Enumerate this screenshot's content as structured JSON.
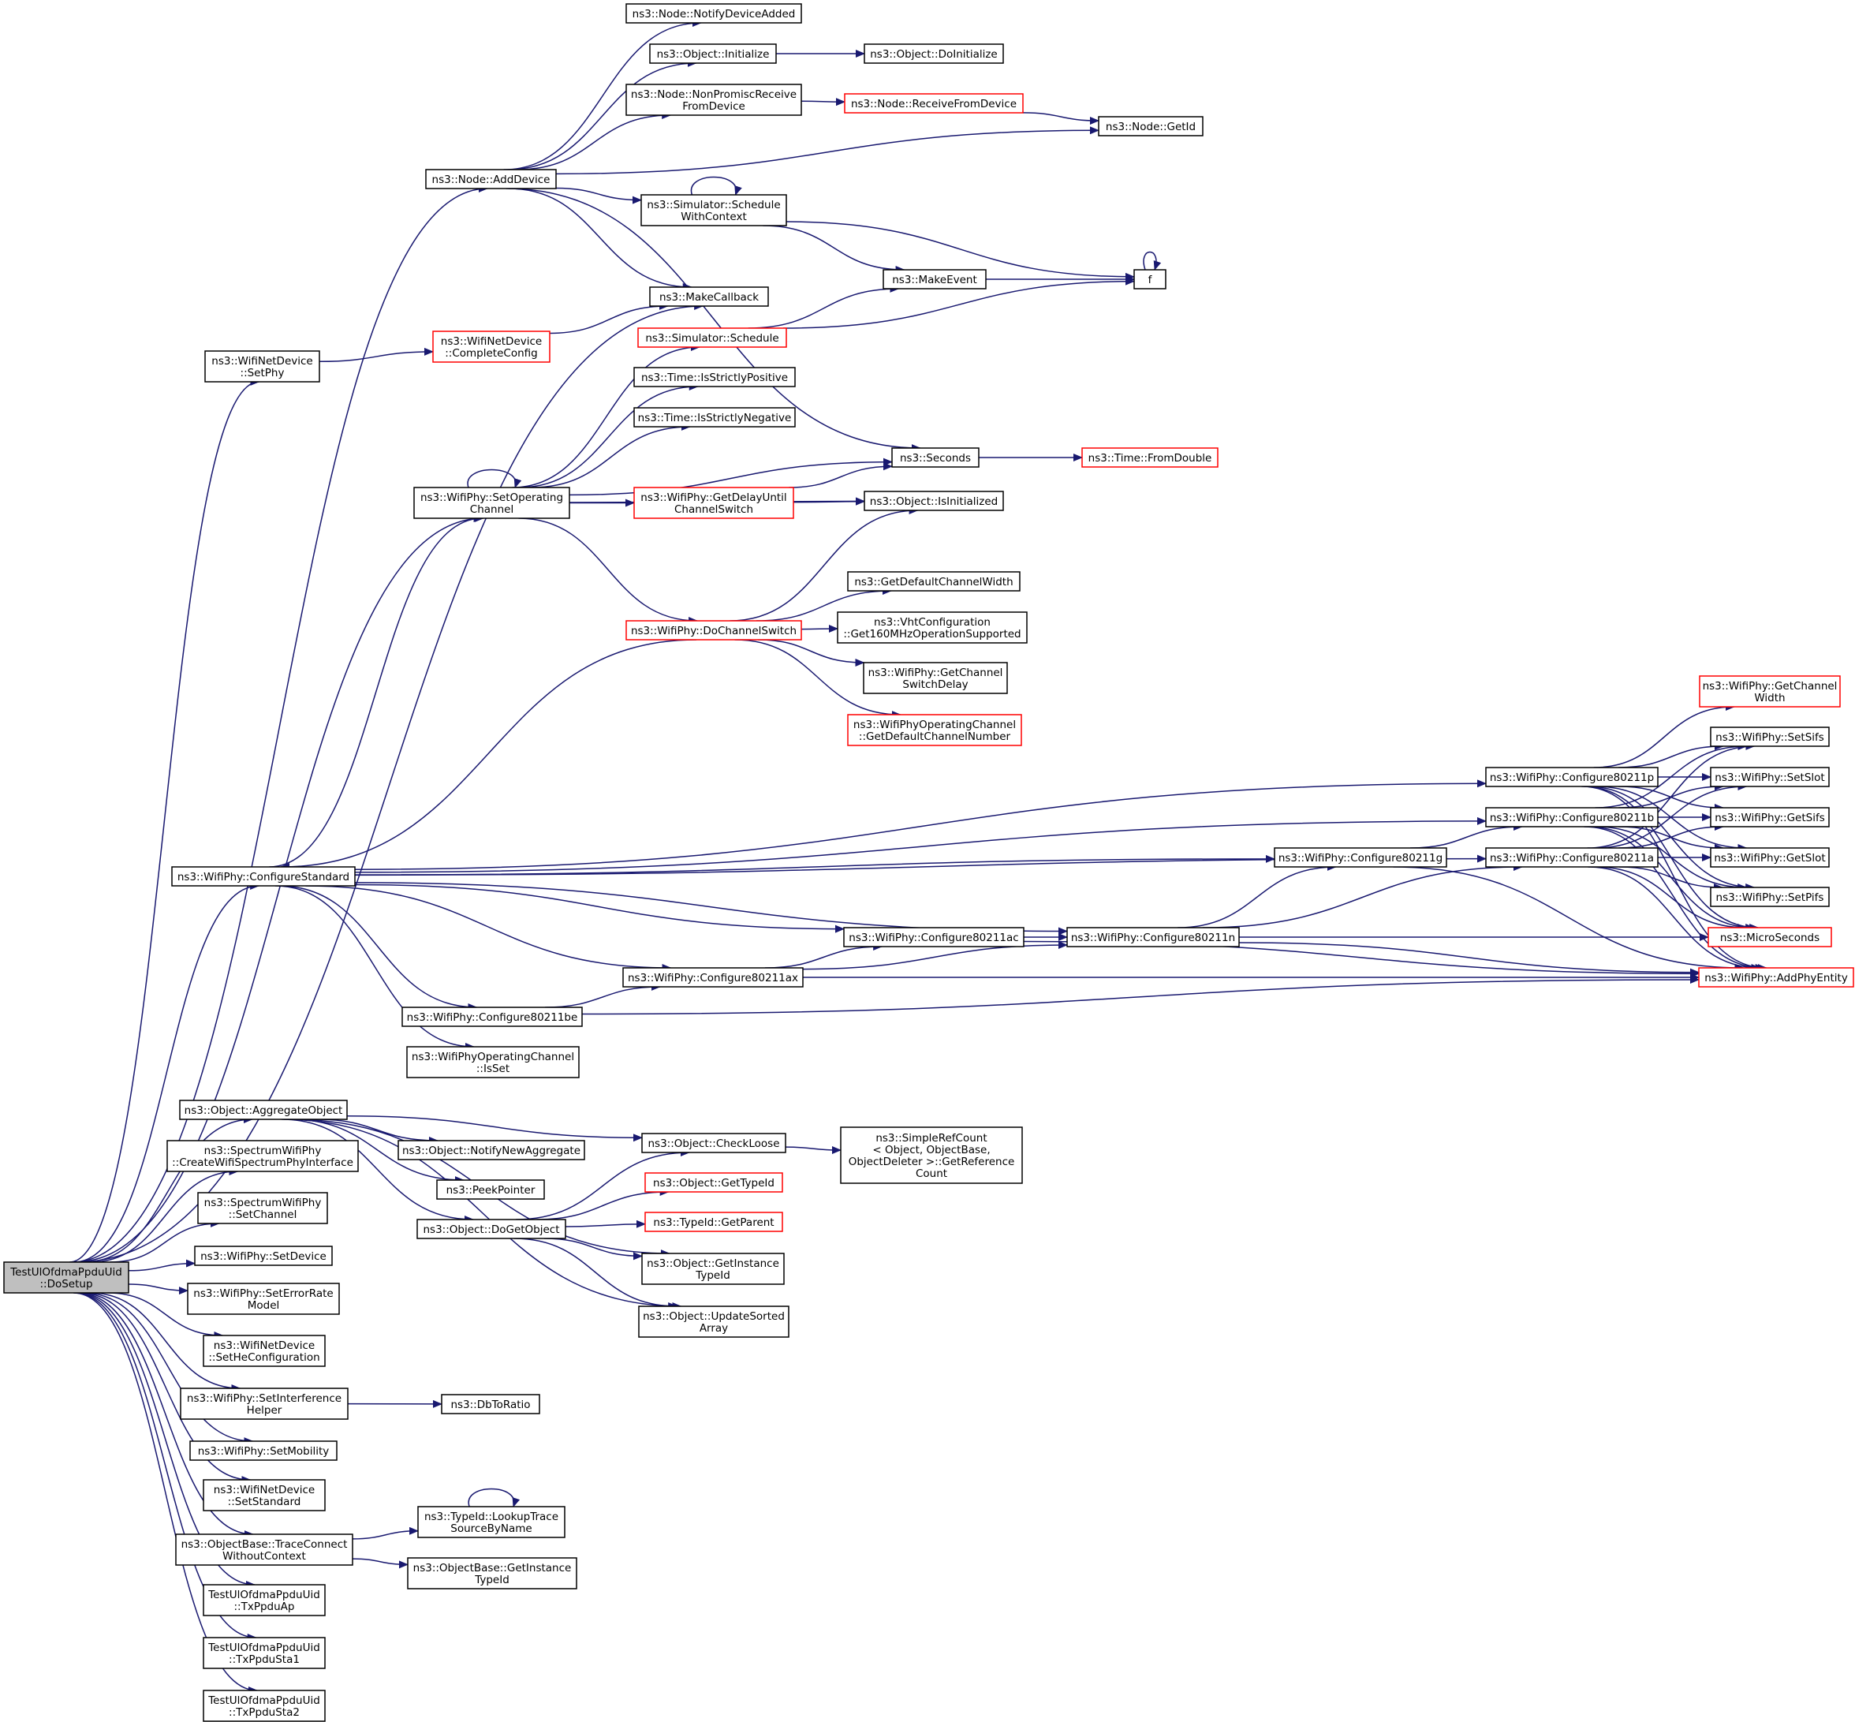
{
  "diagram": {
    "type": "call-graph",
    "edge_color": "#191970",
    "node_border_default": "#000000",
    "node_border_incomplete": "#ff0000",
    "root_fill": "#bfbfbf",
    "nodes": [
      {
        "id": "root",
        "lines": [
          "TestUlOfdmaPpduUid",
          "::DoSetup"
        ],
        "style": "root"
      },
      {
        "id": "addDevice",
        "lines": [
          "ns3::Node::AddDevice"
        ]
      },
      {
        "id": "notifyDeviceAdded",
        "lines": [
          "ns3::Node::NotifyDeviceAdded"
        ]
      },
      {
        "id": "objInitialize",
        "lines": [
          "ns3::Object::Initialize"
        ]
      },
      {
        "id": "doInitialize",
        "lines": [
          "ns3::Object::DoInitialize"
        ]
      },
      {
        "id": "nonPromisc",
        "lines": [
          "ns3::Node::NonPromiscReceive",
          "FromDevice"
        ]
      },
      {
        "id": "receiveFromDevice",
        "lines": [
          "ns3::Node::ReceiveFromDevice"
        ],
        "style": "red"
      },
      {
        "id": "nodeGetId",
        "lines": [
          "ns3::Node::GetId"
        ]
      },
      {
        "id": "scheduleWithContext",
        "lines": [
          "ns3::Simulator::Schedule",
          "WithContext"
        ]
      },
      {
        "id": "makeEvent",
        "lines": [
          "ns3::MakeEvent"
        ]
      },
      {
        "id": "f",
        "lines": [
          "f"
        ]
      },
      {
        "id": "makeCallback",
        "lines": [
          "ns3::MakeCallback"
        ]
      },
      {
        "id": "setPhyDev",
        "lines": [
          "ns3::WifiNetDevice",
          "::SetPhy"
        ]
      },
      {
        "id": "completeConfig",
        "lines": [
          "ns3::WifiNetDevice",
          "::CompleteConfig"
        ],
        "style": "red"
      },
      {
        "id": "simSchedule",
        "lines": [
          "ns3::Simulator::Schedule"
        ],
        "style": "red"
      },
      {
        "id": "isStrictlyPositive",
        "lines": [
          "ns3::Time::IsStrictlyPositive"
        ]
      },
      {
        "id": "isStrictlyNegative",
        "lines": [
          "ns3::Time::IsStrictlyNegative"
        ]
      },
      {
        "id": "seconds",
        "lines": [
          "ns3::Seconds"
        ]
      },
      {
        "id": "fromDouble",
        "lines": [
          "ns3::Time::FromDouble"
        ],
        "style": "red"
      },
      {
        "id": "setOperatingChannel",
        "lines": [
          "ns3::WifiPhy::SetOperating",
          "Channel"
        ]
      },
      {
        "id": "getDelayUntil",
        "lines": [
          "ns3::WifiPhy::GetDelayUntil",
          "ChannelSwitch"
        ],
        "style": "red"
      },
      {
        "id": "isInitialized",
        "lines": [
          "ns3::Object::IsInitialized"
        ]
      },
      {
        "id": "getDefaultChannelWidth",
        "lines": [
          "ns3::GetDefaultChannelWidth"
        ]
      },
      {
        "id": "doChannelSwitch",
        "lines": [
          "ns3::WifiPhy::DoChannelSwitch"
        ],
        "style": "red"
      },
      {
        "id": "vhtGet160",
        "lines": [
          "ns3::VhtConfiguration",
          "::Get160MHzOperationSupported"
        ]
      },
      {
        "id": "getChannelSwitchDelay",
        "lines": [
          "ns3::WifiPhy::GetChannel",
          "SwitchDelay"
        ]
      },
      {
        "id": "getDefaultChannelNumber",
        "lines": [
          "ns3::WifiPhyOperatingChannel",
          "::GetDefaultChannelNumber"
        ],
        "style": "red"
      },
      {
        "id": "getChannelWidth",
        "lines": [
          "ns3::WifiPhy::GetChannel",
          "Width"
        ],
        "style": "red"
      },
      {
        "id": "setSifs",
        "lines": [
          "ns3::WifiPhy::SetSifs"
        ]
      },
      {
        "id": "cfg80211p",
        "lines": [
          "ns3::WifiPhy::Configure80211p"
        ]
      },
      {
        "id": "setSlot",
        "lines": [
          "ns3::WifiPhy::SetSlot"
        ]
      },
      {
        "id": "cfg80211b",
        "lines": [
          "ns3::WifiPhy::Configure80211b"
        ]
      },
      {
        "id": "getSifs",
        "lines": [
          "ns3::WifiPhy::GetSifs"
        ]
      },
      {
        "id": "cfg80211g",
        "lines": [
          "ns3::WifiPhy::Configure80211g"
        ]
      },
      {
        "id": "cfg80211a",
        "lines": [
          "ns3::WifiPhy::Configure80211a"
        ]
      },
      {
        "id": "getSlot",
        "lines": [
          "ns3::WifiPhy::GetSlot"
        ]
      },
      {
        "id": "configureStandard",
        "lines": [
          "ns3::WifiPhy::ConfigureStandard"
        ]
      },
      {
        "id": "setPifs",
        "lines": [
          "ns3::WifiPhy::SetPifs"
        ]
      },
      {
        "id": "cfg80211ac",
        "lines": [
          "ns3::WifiPhy::Configure80211ac"
        ]
      },
      {
        "id": "cfg80211n",
        "lines": [
          "ns3::WifiPhy::Configure80211n"
        ]
      },
      {
        "id": "microSeconds",
        "lines": [
          "ns3::MicroSeconds"
        ],
        "style": "red"
      },
      {
        "id": "cfg80211ax",
        "lines": [
          "ns3::WifiPhy::Configure80211ax"
        ]
      },
      {
        "id": "addPhyEntity",
        "lines": [
          "ns3::WifiPhy::AddPhyEntity"
        ],
        "style": "red"
      },
      {
        "id": "cfg80211be",
        "lines": [
          "ns3::WifiPhy::Configure80211be"
        ]
      },
      {
        "id": "opChannelIsSet",
        "lines": [
          "ns3::WifiPhyOperatingChannel",
          "::IsSet"
        ]
      },
      {
        "id": "aggregateObject",
        "lines": [
          "ns3::Object::AggregateObject"
        ]
      },
      {
        "id": "checkLoose",
        "lines": [
          "ns3::Object::CheckLoose"
        ]
      },
      {
        "id": "getReferenceCount",
        "lines": [
          "ns3::SimpleRefCount",
          "< Object, ObjectBase,",
          "ObjectDeleter >::GetReference",
          "Count"
        ]
      },
      {
        "id": "notifyNewAggregate",
        "lines": [
          "ns3::Object::NotifyNewAggregate"
        ]
      },
      {
        "id": "createWifiSpectrum",
        "lines": [
          "ns3::SpectrumWifiPhy",
          "::CreateWifiSpectrumPhyInterface"
        ]
      },
      {
        "id": "objGetTypeId",
        "lines": [
          "ns3::Object::GetTypeId"
        ],
        "style": "red"
      },
      {
        "id": "peekPointer",
        "lines": [
          "ns3::PeekPointer"
        ]
      },
      {
        "id": "typeIdGetParent",
        "lines": [
          "ns3::TypeId::GetParent"
        ],
        "style": "red"
      },
      {
        "id": "spectrumSetChannel",
        "lines": [
          "ns3::SpectrumWifiPhy",
          "::SetChannel"
        ]
      },
      {
        "id": "doGetObject",
        "lines": [
          "ns3::Object::DoGetObject"
        ]
      },
      {
        "id": "objGetInstanceTypeId",
        "lines": [
          "ns3::Object::GetInstance",
          "TypeId"
        ]
      },
      {
        "id": "setDevice",
        "lines": [
          "ns3::WifiPhy::SetDevice"
        ]
      },
      {
        "id": "setErrorRateModel",
        "lines": [
          "ns3::WifiPhy::SetErrorRate",
          "Model"
        ]
      },
      {
        "id": "updateSortedArray",
        "lines": [
          "ns3::Object::UpdateSorted",
          "Array"
        ]
      },
      {
        "id": "setHeConfiguration",
        "lines": [
          "ns3::WifiNetDevice",
          "::SetHeConfiguration"
        ]
      },
      {
        "id": "setInterferenceHelper",
        "lines": [
          "ns3::WifiPhy::SetInterference",
          "Helper"
        ]
      },
      {
        "id": "dbToRatio",
        "lines": [
          "ns3::DbToRatio"
        ]
      },
      {
        "id": "setMobility",
        "lines": [
          "ns3::WifiPhy::SetMobility"
        ]
      },
      {
        "id": "setStandard",
        "lines": [
          "ns3::WifiNetDevice",
          "::SetStandard"
        ]
      },
      {
        "id": "lookupTraceSource",
        "lines": [
          "ns3::TypeId::LookupTrace",
          "SourceByName"
        ]
      },
      {
        "id": "traceConnect",
        "lines": [
          "ns3::ObjectBase::TraceConnect",
          "WithoutContext"
        ]
      },
      {
        "id": "objBaseGetInstanceTypeId",
        "lines": [
          "ns3::ObjectBase::GetInstance",
          "TypeId"
        ]
      },
      {
        "id": "txPpduAp",
        "lines": [
          "TestUlOfdmaPpduUid",
          "::TxPpduAp"
        ]
      },
      {
        "id": "txPpduSta1",
        "lines": [
          "TestUlOfdmaPpduUid",
          "::TxPpduSta1"
        ]
      },
      {
        "id": "txPpduSta2",
        "lines": [
          "TestUlOfdmaPpduUid",
          "::TxPpduSta2"
        ]
      }
    ],
    "edges": [
      [
        "root",
        "addDevice"
      ],
      [
        "root",
        "setPhyDev"
      ],
      [
        "root",
        "makeCallback"
      ],
      [
        "root",
        "setOperatingChannel"
      ],
      [
        "root",
        "configureStandard"
      ],
      [
        "root",
        "aggregateObject"
      ],
      [
        "root",
        "createWifiSpectrum"
      ],
      [
        "root",
        "spectrumSetChannel"
      ],
      [
        "root",
        "setDevice"
      ],
      [
        "root",
        "setErrorRateModel"
      ],
      [
        "root",
        "setHeConfiguration"
      ],
      [
        "root",
        "setInterferenceHelper"
      ],
      [
        "root",
        "setMobility"
      ],
      [
        "root",
        "setStandard"
      ],
      [
        "root",
        "traceConnect"
      ],
      [
        "root",
        "txPpduAp"
      ],
      [
        "root",
        "txPpduSta1"
      ],
      [
        "root",
        "txPpduSta2"
      ],
      [
        "addDevice",
        "notifyDeviceAdded"
      ],
      [
        "addDevice",
        "objInitialize"
      ],
      [
        "addDevice",
        "nonPromisc"
      ],
      [
        "addDevice",
        "nodeGetId"
      ],
      [
        "addDevice",
        "scheduleWithContext"
      ],
      [
        "addDevice",
        "makeCallback"
      ],
      [
        "addDevice",
        "seconds"
      ],
      [
        "objInitialize",
        "doInitialize"
      ],
      [
        "nonPromisc",
        "receiveFromDevice"
      ],
      [
        "receiveFromDevice",
        "nodeGetId"
      ],
      [
        "scheduleWithContext",
        "scheduleWithContext"
      ],
      [
        "scheduleWithContext",
        "makeEvent"
      ],
      [
        "scheduleWithContext",
        "f"
      ],
      [
        "makeEvent",
        "f"
      ],
      [
        "f",
        "f"
      ],
      [
        "setPhyDev",
        "completeConfig"
      ],
      [
        "completeConfig",
        "makeCallback"
      ],
      [
        "simSchedule",
        "makeEvent"
      ],
      [
        "simSchedule",
        "f"
      ],
      [
        "seconds",
        "fromDouble"
      ],
      [
        "setOperatingChannel",
        "setOperatingChannel"
      ],
      [
        "setOperatingChannel",
        "simSchedule"
      ],
      [
        "setOperatingChannel",
        "isStrictlyPositive"
      ],
      [
        "setOperatingChannel",
        "isStrictlyNegative"
      ],
      [
        "setOperatingChannel",
        "seconds"
      ],
      [
        "setOperatingChannel",
        "getDelayUntil"
      ],
      [
        "setOperatingChannel",
        "isInitialized"
      ],
      [
        "setOperatingChannel",
        "doChannelSwitch"
      ],
      [
        "getDelayUntil",
        "seconds"
      ],
      [
        "getDelayUntil",
        "isInitialized"
      ],
      [
        "doChannelSwitch",
        "isInitialized"
      ],
      [
        "doChannelSwitch",
        "getDefaultChannelWidth"
      ],
      [
        "doChannelSwitch",
        "vhtGet160"
      ],
      [
        "doChannelSwitch",
        "getChannelSwitchDelay"
      ],
      [
        "doChannelSwitch",
        "getDefaultChannelNumber"
      ],
      [
        "doChannelSwitch",
        "configureStandard"
      ],
      [
        "configureStandard",
        "setOperatingChannel"
      ],
      [
        "configureStandard",
        "cfg80211p"
      ],
      [
        "configureStandard",
        "cfg80211b"
      ],
      [
        "configureStandard",
        "cfg80211a"
      ],
      [
        "configureStandard",
        "cfg80211g"
      ],
      [
        "configureStandard",
        "cfg80211n"
      ],
      [
        "configureStandard",
        "cfg80211ac"
      ],
      [
        "configureStandard",
        "cfg80211ax"
      ],
      [
        "configureStandard",
        "cfg80211be"
      ],
      [
        "configureStandard",
        "opChannelIsSet"
      ],
      [
        "cfg80211p",
        "getChannelWidth"
      ],
      [
        "cfg80211p",
        "setSifs"
      ],
      [
        "cfg80211p",
        "setSlot"
      ],
      [
        "cfg80211p",
        "getSifs"
      ],
      [
        "cfg80211p",
        "getSlot"
      ],
      [
        "cfg80211p",
        "setPifs"
      ],
      [
        "cfg80211p",
        "microSeconds"
      ],
      [
        "cfg80211p",
        "addPhyEntity"
      ],
      [
        "cfg80211b",
        "setSifs"
      ],
      [
        "cfg80211b",
        "setSlot"
      ],
      [
        "cfg80211b",
        "getSifs"
      ],
      [
        "cfg80211b",
        "getSlot"
      ],
      [
        "cfg80211b",
        "setPifs"
      ],
      [
        "cfg80211b",
        "microSeconds"
      ],
      [
        "cfg80211b",
        "addPhyEntity"
      ],
      [
        "cfg80211a",
        "setSifs"
      ],
      [
        "cfg80211a",
        "setSlot"
      ],
      [
        "cfg80211a",
        "getSifs"
      ],
      [
        "cfg80211a",
        "getSlot"
      ],
      [
        "cfg80211a",
        "setPifs"
      ],
      [
        "cfg80211a",
        "microSeconds"
      ],
      [
        "cfg80211a",
        "addPhyEntity"
      ],
      [
        "cfg80211g",
        "cfg80211b"
      ],
      [
        "cfg80211g",
        "addPhyEntity"
      ],
      [
        "cfg80211n",
        "cfg80211g"
      ],
      [
        "cfg80211n",
        "cfg80211a"
      ],
      [
        "cfg80211n",
        "microSeconds"
      ],
      [
        "cfg80211n",
        "addPhyEntity"
      ],
      [
        "cfg80211ac",
        "cfg80211n"
      ],
      [
        "cfg80211ac",
        "addPhyEntity"
      ],
      [
        "cfg80211ax",
        "cfg80211ac"
      ],
      [
        "cfg80211ax",
        "cfg80211n"
      ],
      [
        "cfg80211ax",
        "addPhyEntity"
      ],
      [
        "cfg80211be",
        "cfg80211ax"
      ],
      [
        "cfg80211be",
        "addPhyEntity"
      ],
      [
        "aggregateObject",
        "checkLoose"
      ],
      [
        "aggregateObject",
        "notifyNewAggregate"
      ],
      [
        "aggregateObject",
        "peekPointer"
      ],
      [
        "aggregateObject",
        "doGetObject"
      ],
      [
        "aggregateObject",
        "objGetInstanceTypeId"
      ],
      [
        "aggregateObject",
        "updateSortedArray"
      ],
      [
        "checkLoose",
        "getReferenceCount"
      ],
      [
        "doGetObject",
        "checkLoose"
      ],
      [
        "doGetObject",
        "objGetTypeId"
      ],
      [
        "doGetObject",
        "typeIdGetParent"
      ],
      [
        "doGetObject",
        "objGetInstanceTypeId"
      ],
      [
        "doGetObject",
        "updateSortedArray"
      ],
      [
        "setInterferenceHelper",
        "dbToRatio"
      ],
      [
        "traceConnect",
        "lookupTraceSource"
      ],
      [
        "traceConnect",
        "objBaseGetInstanceTypeId"
      ],
      [
        "lookupTraceSource",
        "lookupTraceSource"
      ]
    ]
  }
}
